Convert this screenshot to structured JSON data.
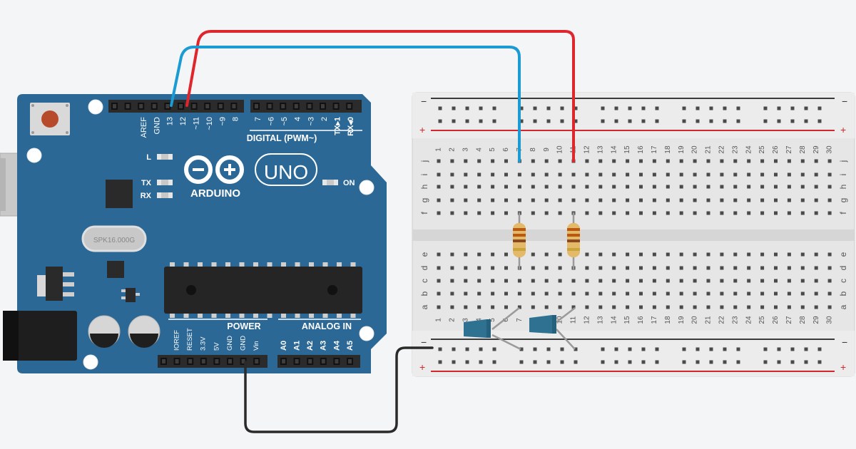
{
  "arduino": {
    "brand": "ARDUINO",
    "model": "UNO",
    "crystal": "SPK16.000G",
    "digital_title": "DIGITAL (PWM~)",
    "power_title": "POWER",
    "analog_title": "ANALOG IN",
    "led_l": "L",
    "led_tx": "TX",
    "led_rx": "RX",
    "led_on": "ON",
    "digital_pins": [
      "AREF",
      "GND",
      "13",
      "12",
      "~11",
      "~10",
      "~9",
      "8",
      "7",
      "~6",
      "~5",
      "4",
      "~3",
      "2",
      "TX▸1",
      "RX◂0"
    ],
    "power_pins": [
      "IOREF",
      "RESET",
      "3.3V",
      "5V",
      "GND",
      "GND",
      "Vin"
    ],
    "analog_pins": [
      "A0",
      "A1",
      "A2",
      "A3",
      "A4",
      "A5"
    ]
  },
  "breadboard": {
    "rows_top": [
      "j",
      "i",
      "h",
      "g",
      "f"
    ],
    "rows_bottom": [
      "e",
      "d",
      "c",
      "b",
      "a"
    ],
    "columns": [
      "1",
      "2",
      "3",
      "4",
      "5",
      "6",
      "7",
      "8",
      "9",
      "10",
      "11",
      "12",
      "13",
      "14",
      "15",
      "16",
      "17",
      "18",
      "19",
      "20",
      "21",
      "22",
      "23",
      "24",
      "25",
      "26",
      "27",
      "28",
      "29",
      "30"
    ],
    "minus": "−",
    "plus": "+"
  },
  "colors": {
    "board": "#2c6896",
    "wire_red": "#e0262d",
    "wire_blue": "#1b9bd4",
    "wire_black": "#2a2a2a",
    "led": "#2f7191",
    "rail_red": "#d4262d"
  },
  "components": {
    "resistors": [
      "resistor-col-7",
      "resistor-col-11"
    ],
    "leds": [
      "led-1",
      "led-2"
    ]
  }
}
